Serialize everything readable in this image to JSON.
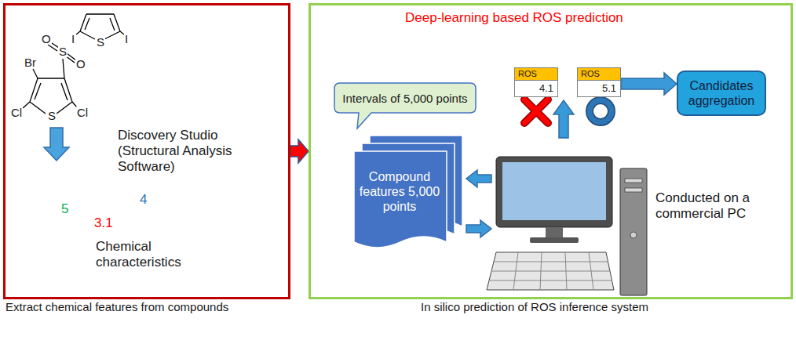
{
  "diagram": {
    "nodes": [
      {
        "text": [
          "Extract chemical features from compounds"
        ]
      },
      {
        "text": [
          "Deep-learning based ROS prediction",
          "In silico prediction of ROS inference system"
        ]
      },
      {
        "text": [
          "Intervals of 5,000 points"
        ],
        "in": 1
      },
      {
        "text": [
          "Compound features 5,000 points"
        ],
        "in": 1
      },
      {
        "text": [
          "ROS",
          "4.1"
        ],
        "in": 1
      },
      {
        "text": [
          "ROS",
          "5.1"
        ],
        "in": 1
      },
      {
        "text": [
          "Candidates aggregation"
        ],
        "in": 1
      }
    ],
    "edges": [
      {
        "from": 0,
        "to": 1,
        "arrow": "to"
      },
      {
        "from": 5,
        "to": 6,
        "arrow": "to"
      }
    ],
    "labels": [
      "Br",
      "S",
      "O",
      "O",
      "Cl",
      "Cl",
      "S",
      "I",
      "I",
      "S",
      "Discovery Studio (Structural Analysis Software)",
      "5",
      "3.1",
      "4",
      "Chemical characteristics",
      "Conducted on a commercial PC"
    ]
  }
}
